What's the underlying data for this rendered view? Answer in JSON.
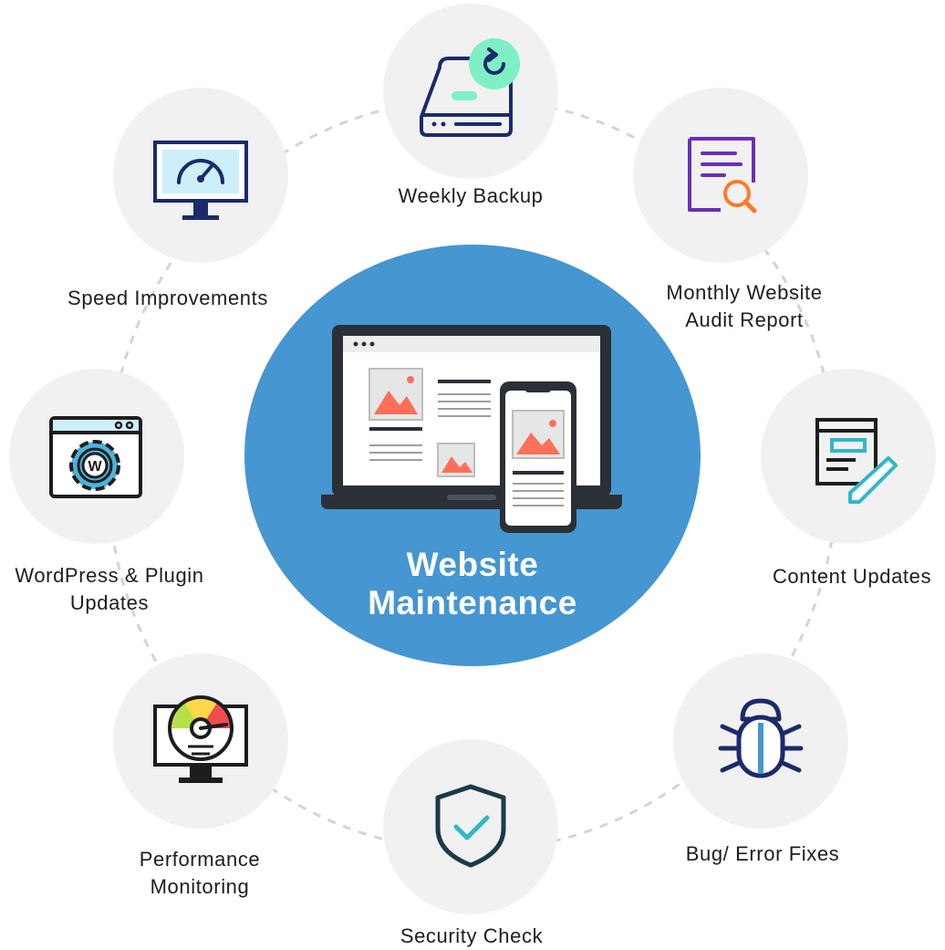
{
  "center": {
    "line1": "Website",
    "line2": "Maintenance"
  },
  "services": [
    {
      "id": "weekly-backup",
      "icon": "hard-drive-backup-icon",
      "lines": [
        "Weekly Backup"
      ]
    },
    {
      "id": "audit-report",
      "icon": "document-search-icon",
      "lines": [
        "Monthly Website",
        "Audit Report"
      ]
    },
    {
      "id": "content-updates",
      "icon": "document-edit-icon",
      "lines": [
        "Content Updates"
      ]
    },
    {
      "id": "bug-fixes",
      "icon": "bug-icon",
      "lines": [
        "Bug/ Error Fixes"
      ]
    },
    {
      "id": "security-check",
      "icon": "shield-check-icon",
      "lines": [
        "Security Check"
      ]
    },
    {
      "id": "performance-monitoring",
      "icon": "performance-monitor-icon",
      "lines": [
        "Performance",
        "Monitoring"
      ]
    },
    {
      "id": "wordpress-updates",
      "icon": "wordpress-gear-icon",
      "lines": [
        "WordPress & Plugin",
        "Updates"
      ]
    },
    {
      "id": "speed-improvements",
      "icon": "speedometer-monitor-icon",
      "lines": [
        "Speed Improvements"
      ]
    }
  ],
  "colors": {
    "hub": "#4596d1",
    "node": "#f1f1f1",
    "ring": "#d4d4d4",
    "navy": "#1b2a6b",
    "accent_green": "#7ef0c4",
    "accent_orange": "#ff7a29",
    "teal": "#2fb8c9"
  }
}
